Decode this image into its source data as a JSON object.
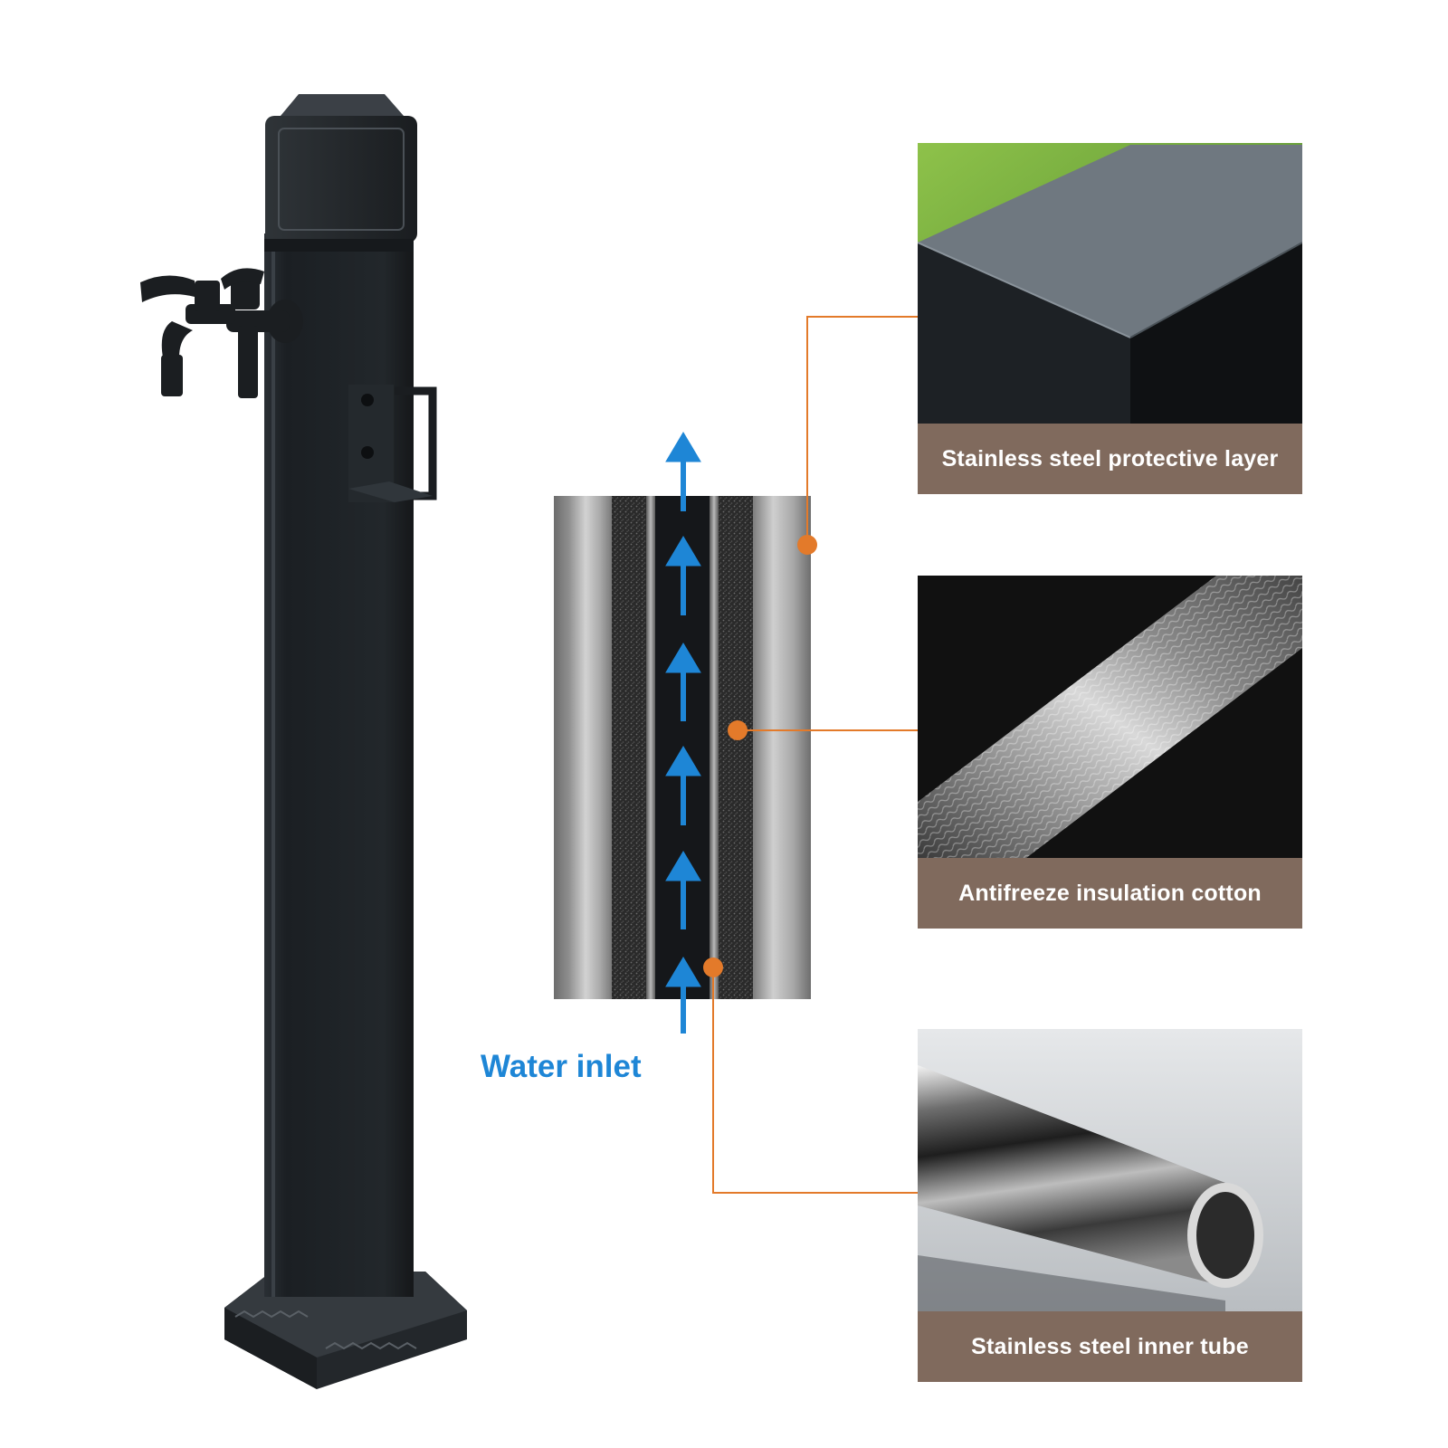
{
  "diagram": {
    "inlet_label": "Water inlet",
    "layers": [
      {
        "label": "Stainless steel protective layer"
      },
      {
        "label": "Antifreeze insulation cotton"
      },
      {
        "label": "Stainless steel inner tube"
      }
    ]
  },
  "colors": {
    "leader": "#e37a2a",
    "arrow": "#1e86d6",
    "caption_bg": "#806a5d",
    "post": "#1f2327"
  },
  "icons": [
    "post-illustration",
    "faucet-icon",
    "flow-arrow-icon"
  ]
}
